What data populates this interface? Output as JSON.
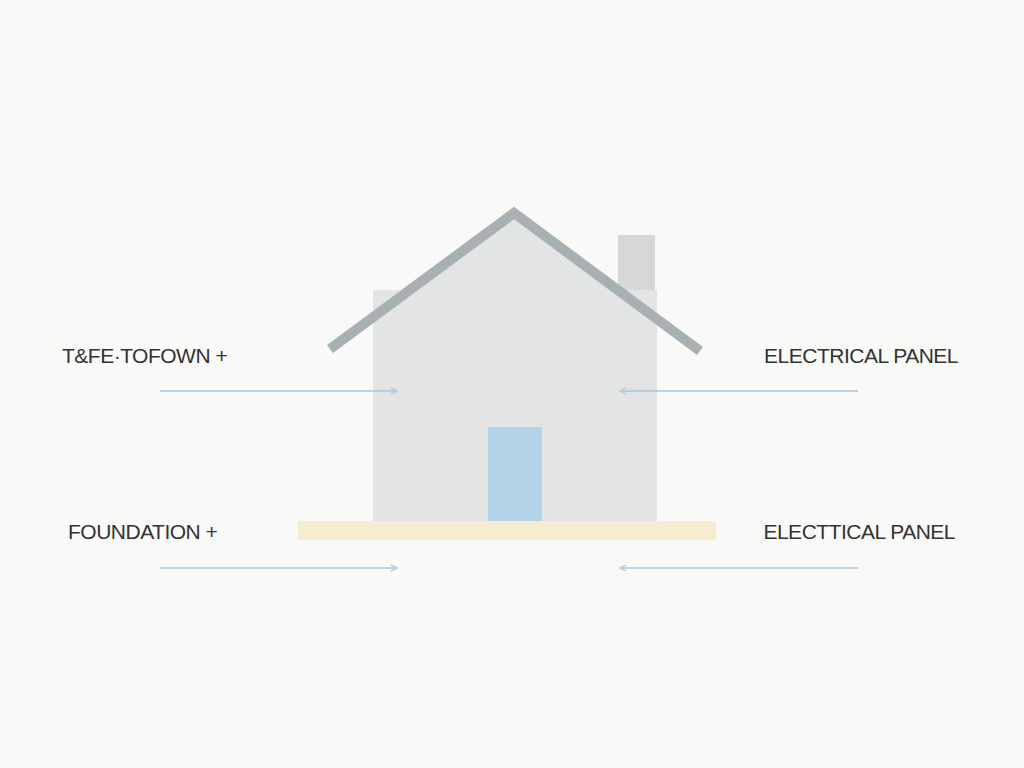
{
  "diagram": {
    "labels": [
      "T&FE·TOFOWN +",
      "ELECTRICAL PANEL",
      "FOUNDATION +",
      "ELECTTICAL PANEL"
    ]
  }
}
